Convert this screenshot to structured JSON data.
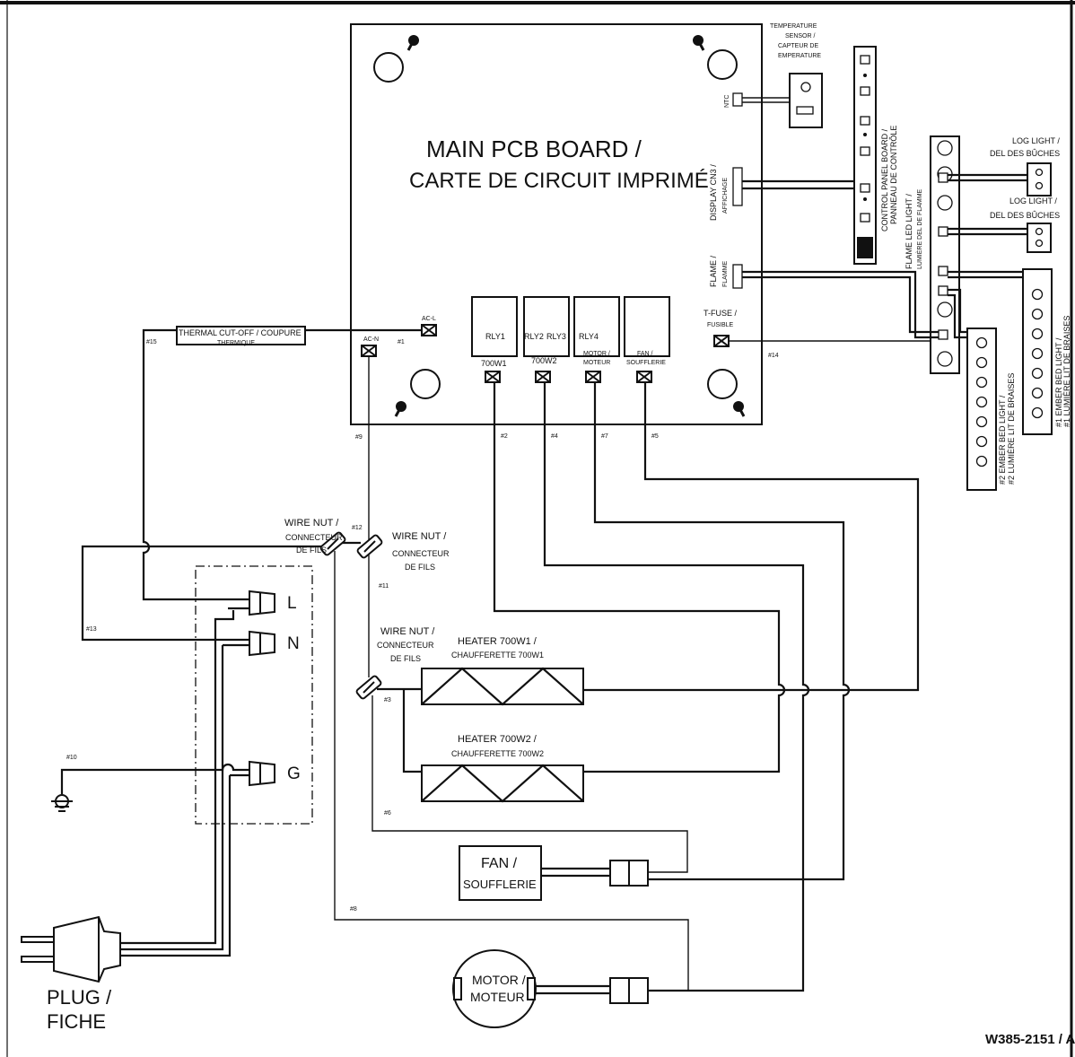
{
  "main_pcb": {
    "line1": "MAIN PCB BOARD /",
    "line2": "CARTE DE CIRCUIT IMPRIMÉ"
  },
  "relays": [
    "RLY1",
    "RLY2",
    "RLY3",
    "RLY4"
  ],
  "pcb_connectors": {
    "ac_l": "AC-L",
    "ac_n": "AC-N",
    "ntc": "NTC",
    "w1": "700W1",
    "w2": "700W2",
    "motor": [
      "MOTOR /",
      "MOTEUR"
    ],
    "fan": [
      "FAN /",
      "SOUFFLERIE"
    ],
    "tfuse": [
      "T-FUSE /",
      "FUSIBLE"
    ],
    "display": [
      "DISPLAY CN3 /",
      "AFFICHAGE"
    ],
    "flame": [
      "FLAME /",
      "FLAMME"
    ]
  },
  "temp_sensor": [
    "TEMPERATURE",
    "SENSOR /",
    "CAPTEUR DE",
    "EMPERATURE"
  ],
  "control_panel": [
    "CONTROL PANEL BOARD /",
    "PANNEAU DE CONTRÔLE"
  ],
  "flame_led": [
    "FLAME LED LIGHT /",
    "LUMIÈRE DEL DE FLAMME"
  ],
  "log_light_1": [
    "LOG LIGHT /",
    "DEL DES BÛCHES"
  ],
  "log_light_2": [
    "LOG LIGHT /",
    "DEL DES BÛCHES"
  ],
  "ember_1": [
    "#1 EMBER BED LIGHT /",
    "#1 LUMIÈRE LIT DE BRAISES"
  ],
  "ember_2": [
    "#2 EMBER BED LIGHT /",
    "#2 LUMIÈRE LIT DE BRAISES"
  ],
  "thermal_cutoff": [
    "THERMAL CUT-OFF / COUPURE",
    "THERMIQUE"
  ],
  "wire_nut_1": [
    "WIRE NUT /",
    "CONNECTEUR",
    "DE FILS"
  ],
  "wire_nut_2": [
    "WIRE NUT /",
    "CONNECTEUR",
    "DE FILS"
  ],
  "wire_nut_3": [
    "WIRE NUT /",
    "CONNECTEUR",
    "DE FILS"
  ],
  "terminals": {
    "l": "L",
    "n": "N",
    "g": "G"
  },
  "heater1": [
    "HEATER 700W1 /",
    "CHAUFFERETTE 700W1"
  ],
  "heater2": [
    "HEATER 700W2 /",
    "CHAUFFERETTE 700W2"
  ],
  "fan": [
    "FAN /",
    "SOUFFLERIE"
  ],
  "motor": [
    "MOTOR /",
    "MOTEUR"
  ],
  "plug": [
    "PLUG /",
    "FICHE"
  ],
  "doc_code": "W385-2151 / A",
  "wire_numbers": {
    "w1": "#1",
    "w2": "#2",
    "w3": "#3",
    "w4": "#4",
    "w5": "#5",
    "w6": "#6",
    "w7": "#7",
    "w8": "#8",
    "w9": "#9",
    "w10": "#10",
    "w11": "#11",
    "w12": "#12",
    "w13": "#13",
    "w14": "#14",
    "w15": "#15"
  }
}
